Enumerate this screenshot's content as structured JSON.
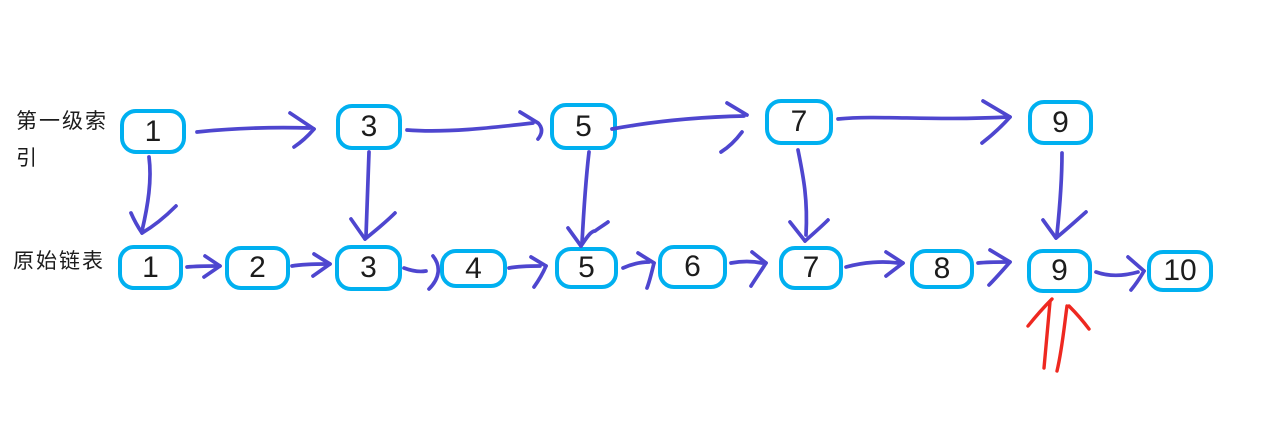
{
  "diagram": {
    "row_labels": {
      "index": "第一级索引",
      "list": "原始链表"
    },
    "index_nodes": [
      "1",
      "3",
      "5",
      "7",
      "9"
    ],
    "list_nodes": [
      "1",
      "2",
      "3",
      "4",
      "5",
      "6",
      "7",
      "8",
      "9",
      "10"
    ],
    "colors": {
      "node_border": "#00b0f0",
      "node_fill": "#ffffff",
      "arrow_blue": "#4e46cf",
      "arrow_red": "#ee2820",
      "text": "#1c1c1c"
    },
    "icons": {
      "red_arrow": "red-up-arrow"
    }
  }
}
